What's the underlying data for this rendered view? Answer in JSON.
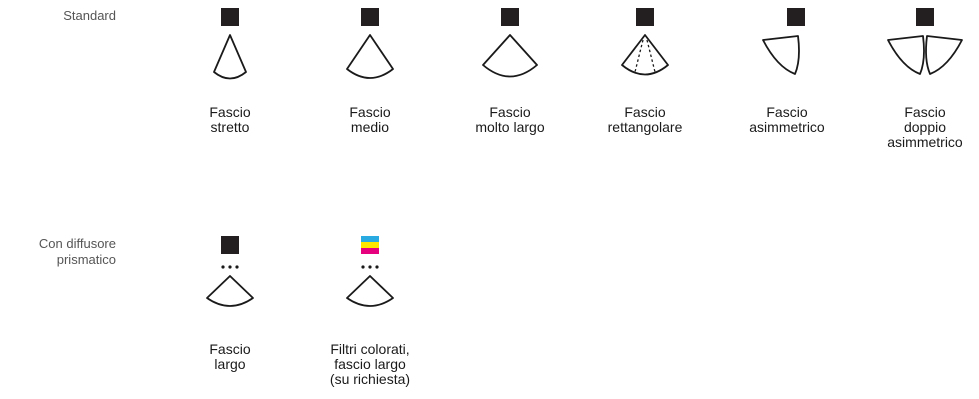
{
  "rows": [
    {
      "label": "Standard",
      "items": [
        {
          "lines": [
            "Fascio",
            "stretto"
          ],
          "icon": "narrow-beam-icon"
        },
        {
          "lines": [
            "Fascio",
            "medio"
          ],
          "icon": "medium-beam-icon"
        },
        {
          "lines": [
            "Fascio",
            "molto largo"
          ],
          "icon": "very-wide-beam-icon"
        },
        {
          "lines": [
            "Fascio",
            "rettangolare"
          ],
          "icon": "rectangular-beam-icon"
        },
        {
          "lines": [
            "Fascio",
            "asimmetrico"
          ],
          "icon": "asymmetric-beam-icon"
        },
        {
          "lines": [
            "Fascio",
            "doppio",
            "asimmetrico"
          ],
          "icon": "double-asymmetric-beam-icon"
        }
      ]
    },
    {
      "label_lines": [
        "Con diffusore",
        "prismatico"
      ],
      "items": [
        {
          "lines": [
            "Fascio",
            "largo"
          ],
          "icon": "prismatic-wide-beam-icon"
        },
        {
          "lines": [
            "Filtri colorati,",
            "fascio largo",
            "(su richiesta)"
          ],
          "icon": "color-filters-wide-beam-icon"
        }
      ]
    }
  ],
  "colors": {
    "stroke": "#1a1a1a",
    "fill": "#231f20",
    "filter_cyan": "#29abe2",
    "filter_yellow": "#ffe600",
    "filter_magenta": "#e6007e"
  }
}
